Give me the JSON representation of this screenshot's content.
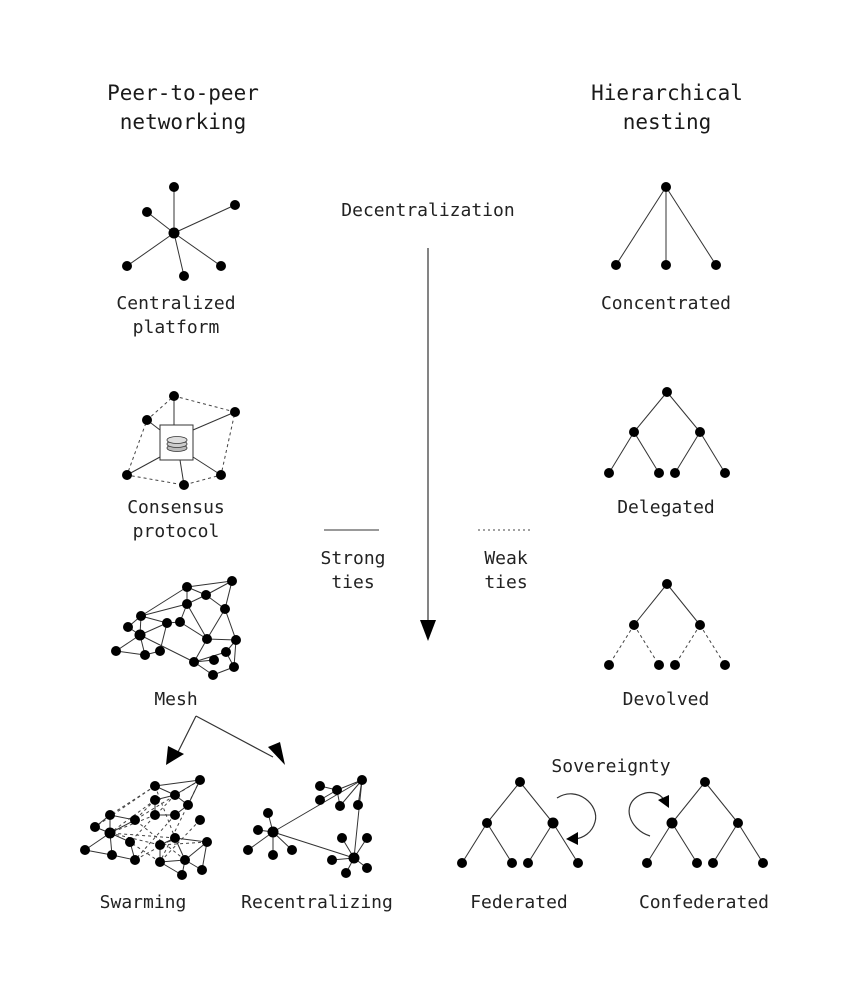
{
  "headers": {
    "left": [
      "Peer-to-peer",
      "networking"
    ],
    "right": [
      "Hierarchical",
      "nesting"
    ]
  },
  "axis": {
    "label": "Decentralization"
  },
  "legend": {
    "strong": [
      "Strong",
      "ties"
    ],
    "weak": [
      "Weak",
      "ties"
    ]
  },
  "left_column": {
    "centralized": [
      "Centralized",
      "platform"
    ],
    "consensus": [
      "Consensus",
      "protocol"
    ],
    "mesh": "Mesh",
    "swarming": "Swarming",
    "recentralizing": "Recentralizing"
  },
  "right_column": {
    "concentrated": "Concentrated",
    "delegated": "Delegated",
    "devolved": "Devolved",
    "sovereignty": "Sovereignty",
    "federated": "Federated",
    "confederated": "Confederated"
  }
}
